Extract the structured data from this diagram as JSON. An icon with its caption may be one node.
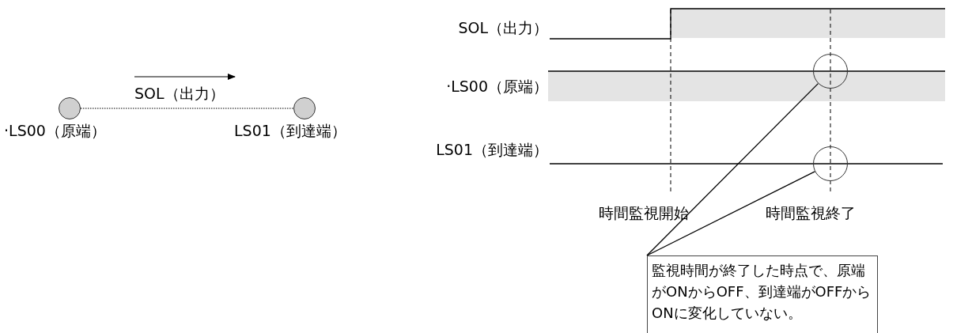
{
  "diagram": {
    "nodes": [
      {
        "text": [],
        "shape": "circle",
        "beside": [
          "·LS00（原端）"
        ]
      },
      {
        "text": [],
        "shape": "circle",
        "beside": [
          "LS01（到達端）"
        ]
      },
      {
        "text": [],
        "shape": "circle"
      },
      {
        "text": [],
        "shape": "circle"
      },
      {
        "text": [
          "監視時間が終了した時点で、原端がONからOFF、到達端がOFFからONに変化していない。"
        ]
      }
    ],
    "edges": [
      {
        "from": 0,
        "to": 1,
        "arrow": "none",
        "style": "dashed",
        "label": "SOL（出力）"
      },
      {
        "from": 4,
        "to": 2,
        "arrow": "none"
      },
      {
        "from": 4,
        "to": 3,
        "arrow": "none"
      }
    ],
    "labels": [
      "SOL（出力）",
      "·LS00（原端）",
      "LS01（到達端）",
      "時間監視開始",
      "時間監視終了"
    ]
  }
}
